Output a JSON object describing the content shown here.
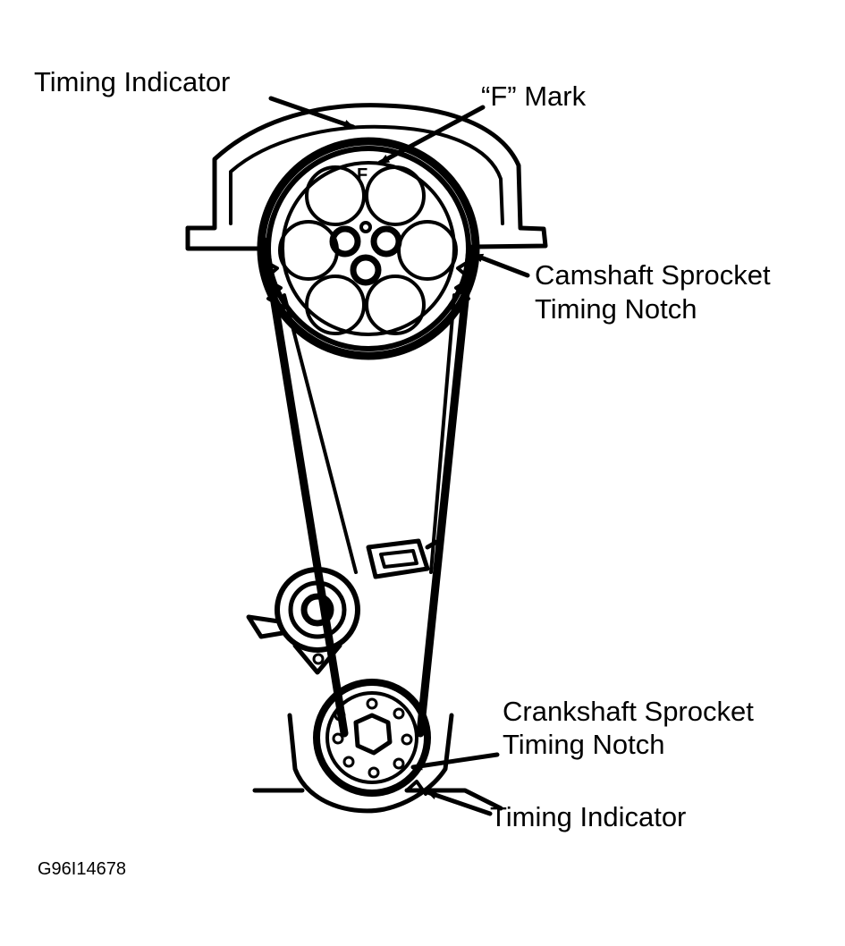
{
  "labels": {
    "timing_indicator_top": "Timing Indicator",
    "f_mark": "“F” Mark",
    "cam_line1": "Camshaft Sprocket",
    "cam_line2": "Timing Notch",
    "crank_line1": "Crankshaft Sprocket",
    "crank_line2": "Timing Notch",
    "timing_indicator_bottom": "Timing Indicator",
    "sprocket_letter": "F"
  },
  "figure_id": "G96I14678"
}
